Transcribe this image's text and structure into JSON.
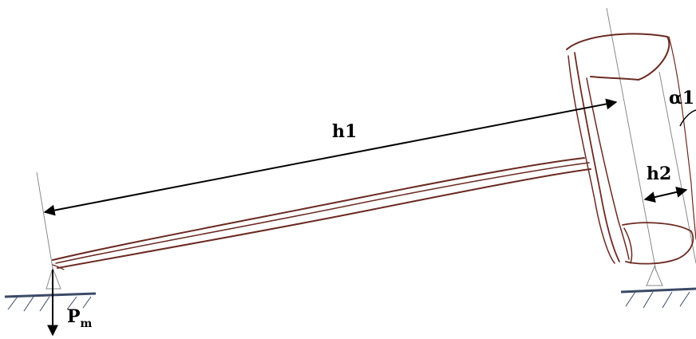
{
  "labels": {
    "h1": "h1",
    "h2": "h2",
    "alpha1": "α1",
    "pm_main": "P",
    "pm_sub": "m"
  },
  "colors": {
    "handle_stroke": "#6b2a22",
    "ground": "#3b4a66",
    "guide_line": "#8a8a8a",
    "arrow": "#000000"
  }
}
